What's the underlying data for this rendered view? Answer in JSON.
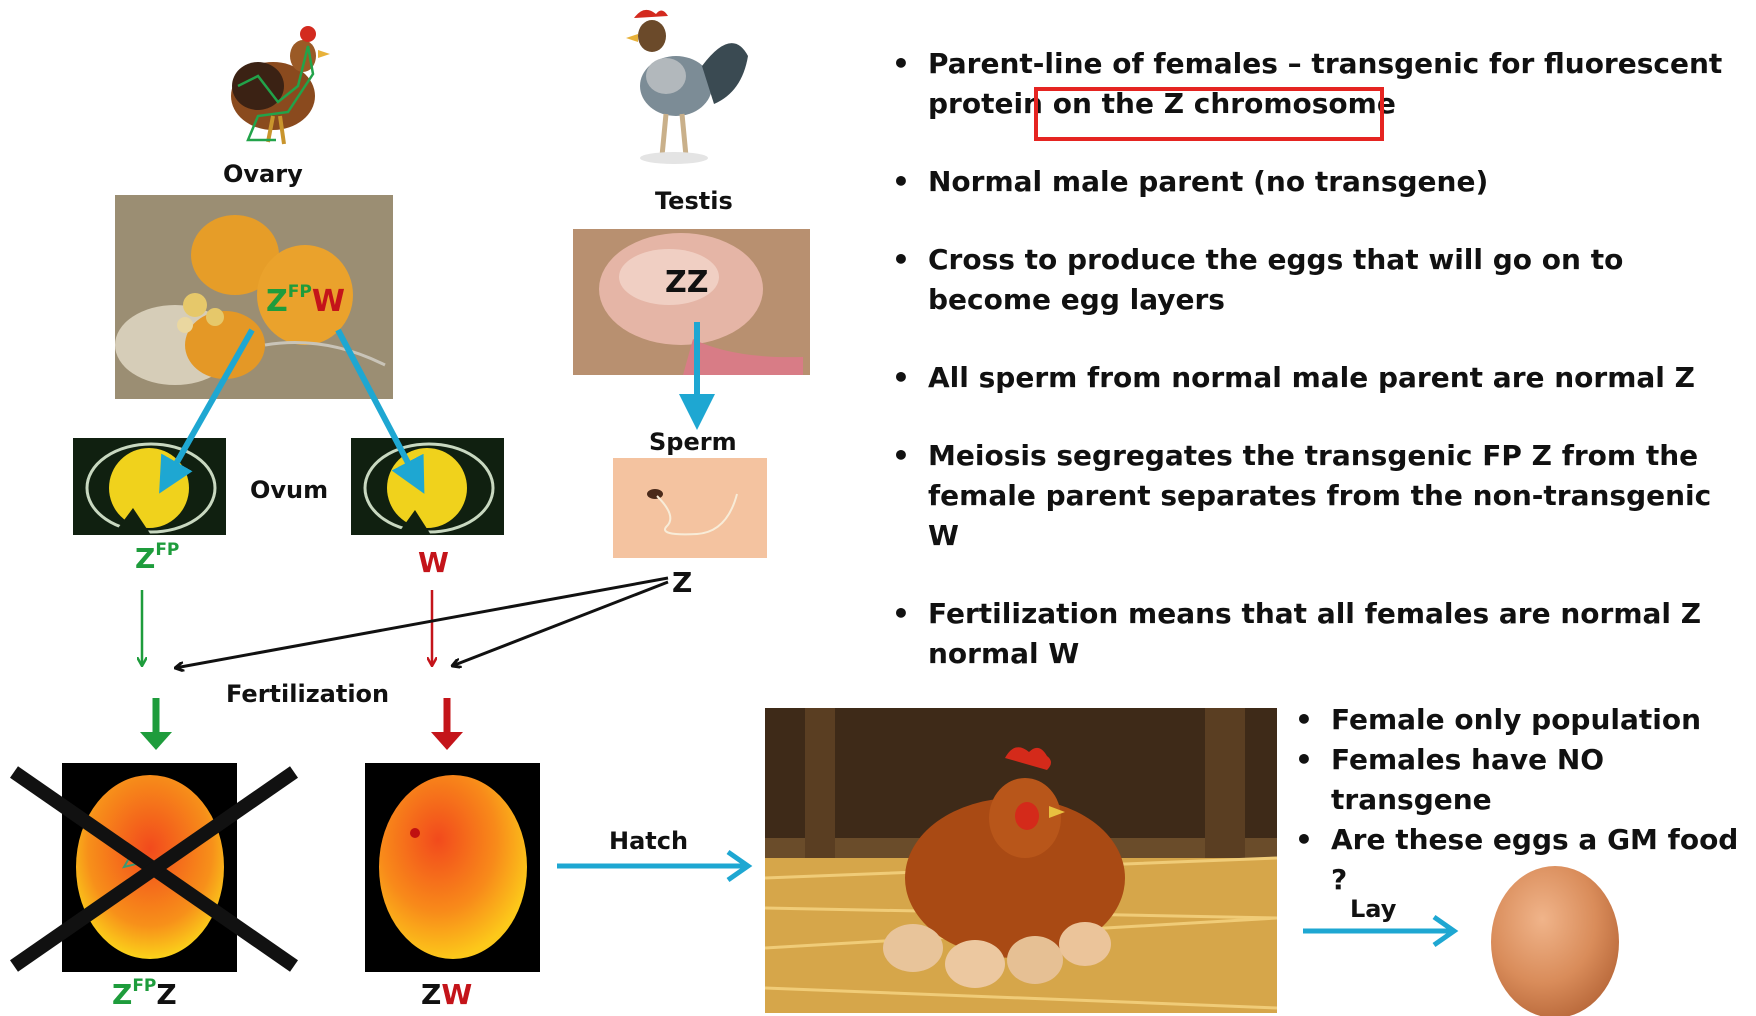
{
  "labels": {
    "ovary": "Ovary",
    "testis": "Testis",
    "ovum": "Ovum",
    "sperm": "Sperm",
    "fertilization": "Fertilization",
    "hatch": "Hatch",
    "lay": "Lay"
  },
  "genotypes": {
    "ovary": {
      "z": "Z",
      "fp": "FP",
      "w": "W"
    },
    "testis": "ZZ",
    "ovum_left": {
      "z": "Z",
      "fp": "FP"
    },
    "ovum_right": "W",
    "sperm": "Z",
    "egg_left": {
      "z": "Z",
      "fp": "FP",
      "z2": "Z"
    },
    "egg_right": {
      "z": "Z",
      "w": "W"
    }
  },
  "bullets_main": [
    {
      "line1": "Parent-line of females – transgenic for fluorescent",
      "line2a": "protein",
      "line2b": " on the Z chromosome"
    },
    {
      "text": "Normal male parent (no transgene)"
    },
    {
      "text": "Cross to produce the eggs that will go on to become egg layers"
    },
    {
      "text": "All sperm from normal male parent are normal Z"
    },
    {
      "text": "Meiosis segregates the transgenic FP Z from the female parent separates from the  non-transgenic W"
    },
    {
      "text": "Fertilization means that all females are normal Z normal W"
    }
  ],
  "bullets_outcome": [
    "Female only population",
    "Females have NO transgene",
    "Are these eggs a GM food ?"
  ],
  "colors": {
    "arrow_blue": "#1ea7d2",
    "green": "#1e9c3c",
    "red": "#c4141a",
    "highlight_box": "#e52421"
  }
}
